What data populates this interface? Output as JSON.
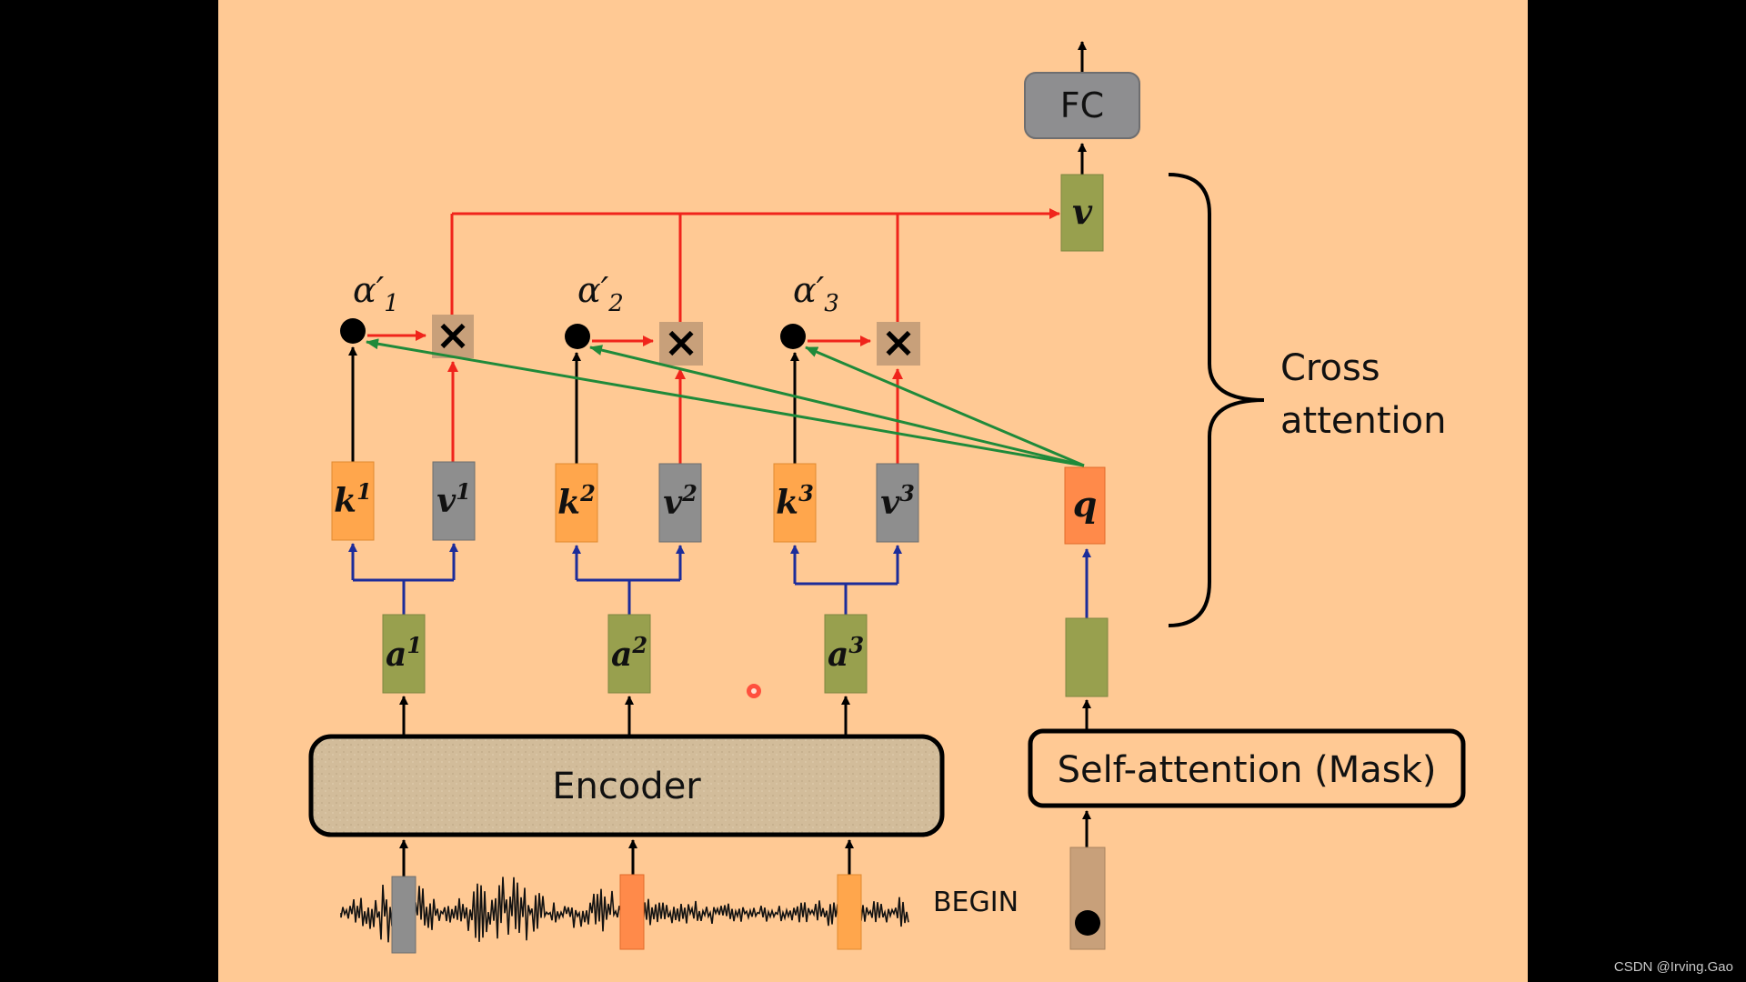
{
  "diagram": {
    "fc_label": "FC",
    "encoder_label": "Encoder",
    "self_attention_label": "Self-attention (Mask)",
    "begin_label": "BEGIN",
    "cross_attention_line1": "Cross",
    "cross_attention_line2": "attention",
    "output_label": "v",
    "query_label": "q",
    "multiply_symbol": "×",
    "columns": [
      {
        "alpha": "α′",
        "alpha_sub": "1",
        "k": "k",
        "v": "v",
        "a": "a",
        "sup": "1"
      },
      {
        "alpha": "α′",
        "alpha_sub": "2",
        "k": "k",
        "v": "v",
        "a": "a",
        "sup": "2"
      },
      {
        "alpha": "α′",
        "alpha_sub": "3",
        "k": "k",
        "v": "v",
        "a": "a",
        "sup": "3"
      }
    ]
  },
  "colors": {
    "background": "#FFC994",
    "green_box": "#98A04E",
    "orange_box": "#FFA64C",
    "gray_box": "#8E8E8E",
    "query_box": "#FF8A4A",
    "red_arrow": "#F0241B",
    "green_arrow": "#1F8A3A",
    "blue_arrow": "#1C2C9A"
  },
  "watermark": "CSDN @Irving.Gao"
}
